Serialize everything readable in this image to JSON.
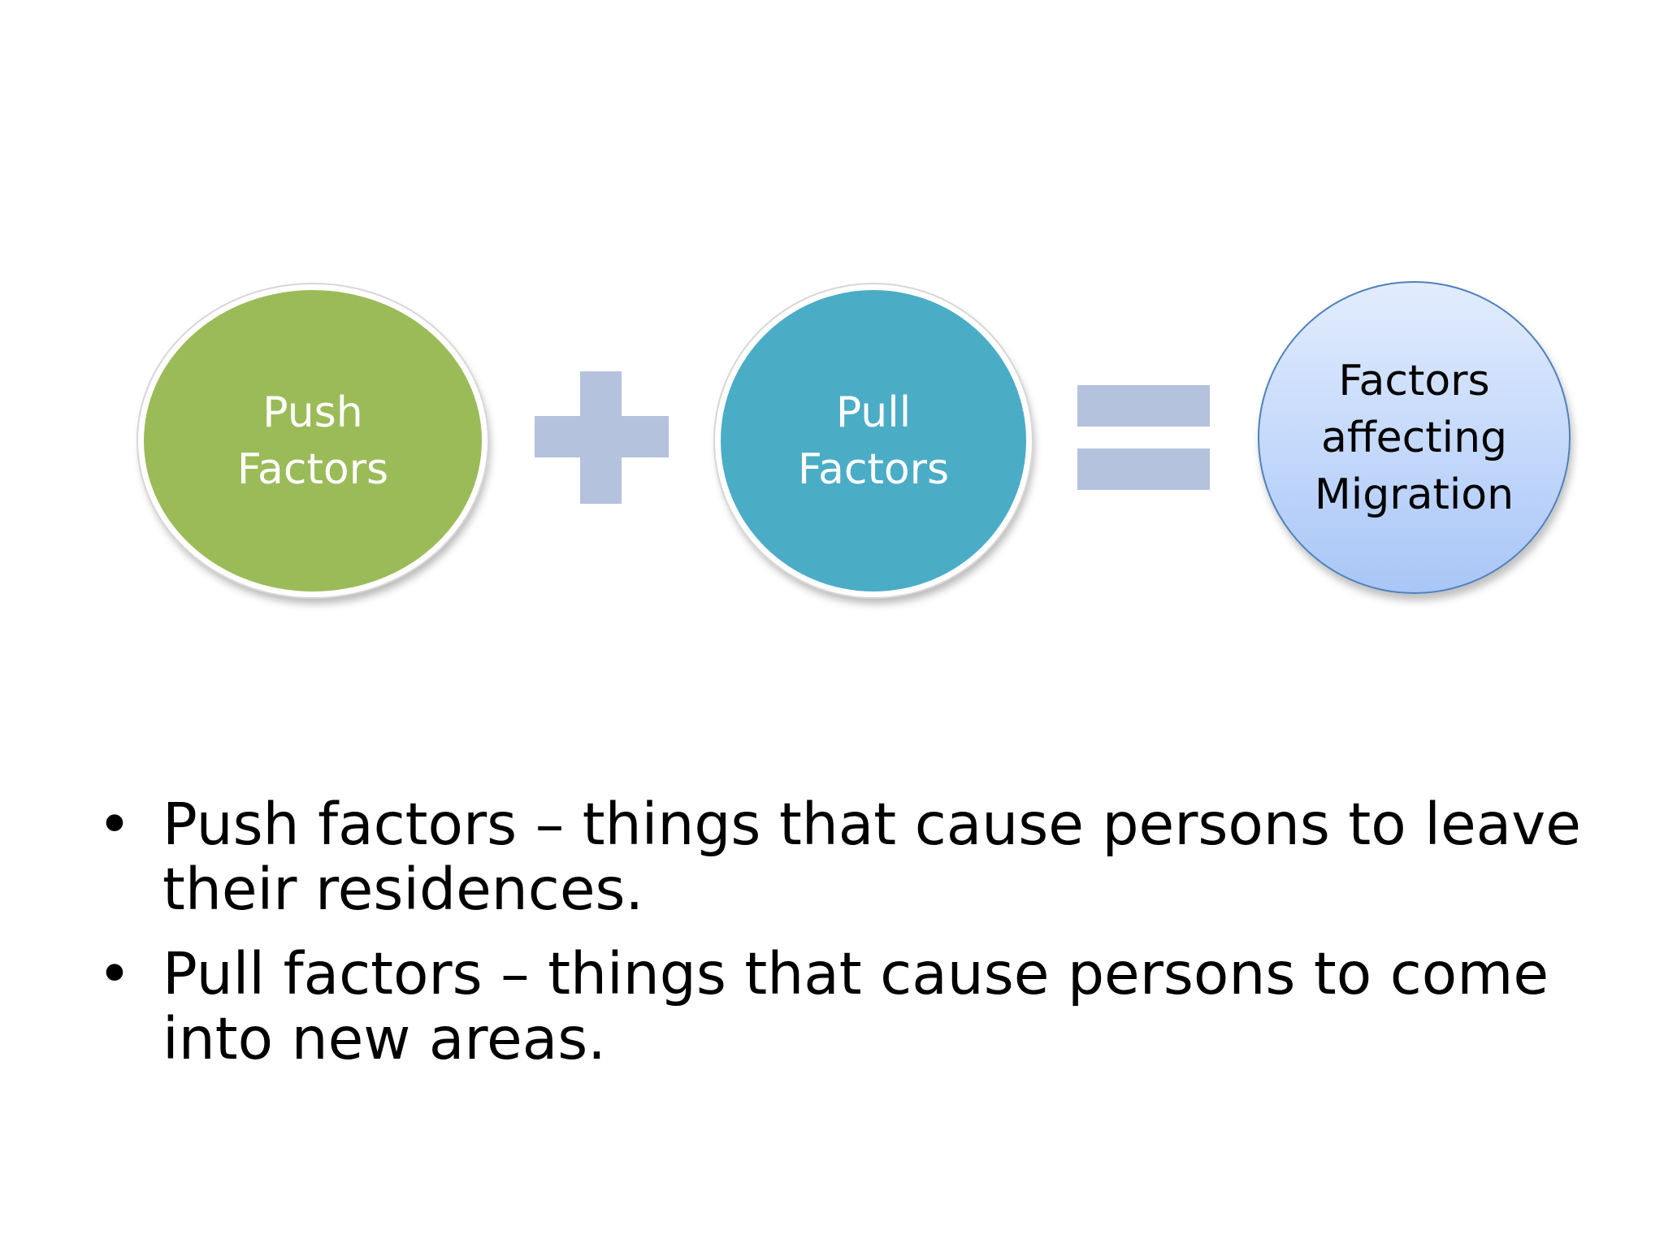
{
  "diagram": {
    "push_circle": {
      "label": "Push\nFactors"
    },
    "plus_operator": "plus-icon",
    "pull_circle": {
      "label": "Pull\nFactors"
    },
    "equals_operator": "equals-icon",
    "result_circle": {
      "label": "Factors\naffecting\nMigration"
    }
  },
  "bullets": [
    {
      "symbol": "•",
      "text": "Push factors – things that cause persons to leave their residences."
    },
    {
      "symbol": "•",
      "text": "Pull factors – things that cause persons to come into new areas."
    }
  ],
  "colors": {
    "push": "#9bbb59",
    "pull": "#4bacc6",
    "result_top": "#e2ecfd",
    "result_bottom": "#a9c6f6",
    "result_border": "#4f81bd",
    "operator": "#b4c2de"
  }
}
